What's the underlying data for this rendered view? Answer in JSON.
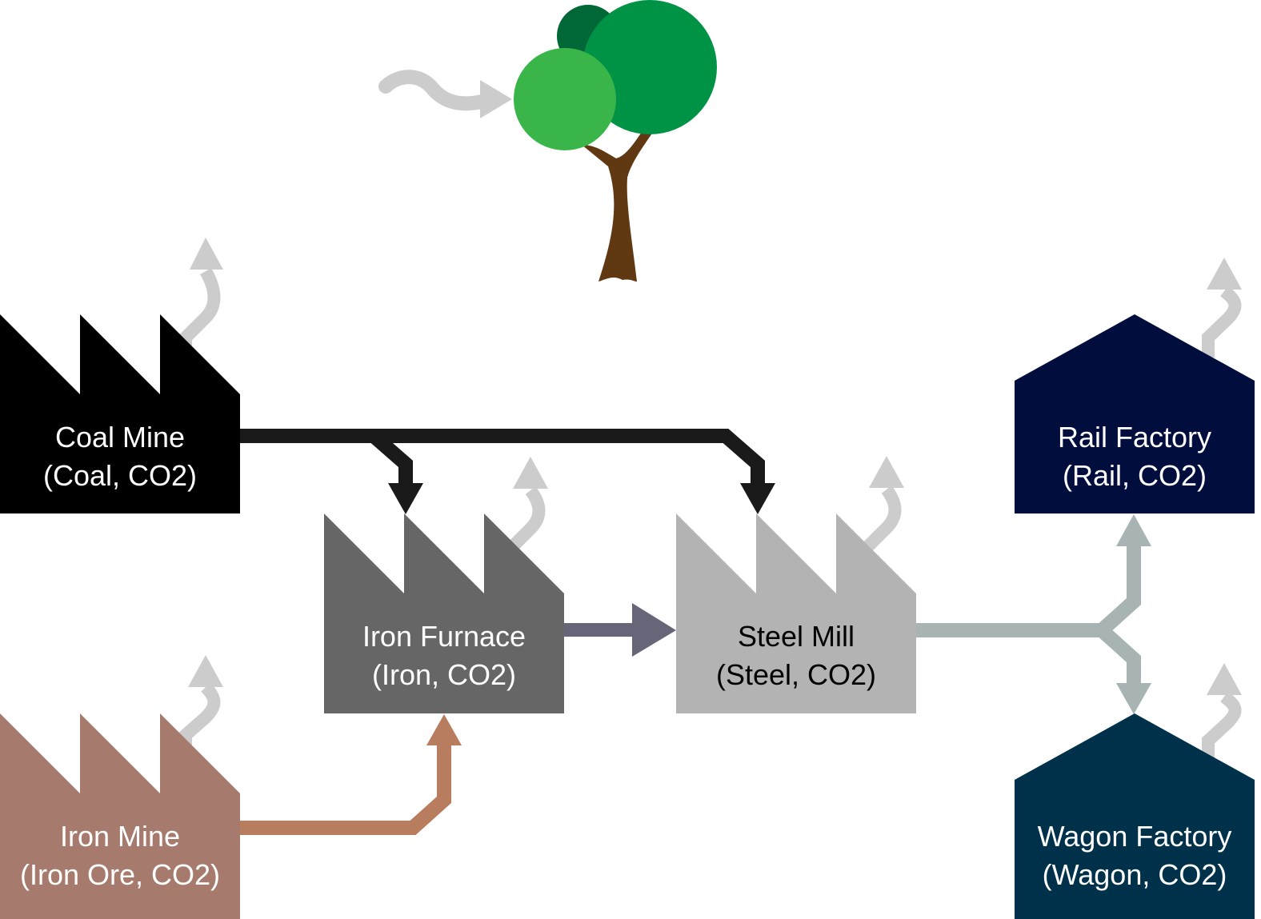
{
  "nodes": {
    "coal_mine": {
      "name": "Coal Mine",
      "outputs": "(Coal, CO2)",
      "color": "#000000",
      "text_color": "#ffffff"
    },
    "iron_mine": {
      "name": "Iron Mine",
      "outputs": "(Iron Ore, CO2)",
      "color": "#a67b6e",
      "text_color": "#ffffff"
    },
    "iron_furnace": {
      "name": "Iron Furnace",
      "outputs": "(Iron, CO2)",
      "color": "#666666",
      "text_color": "#ffffff"
    },
    "steel_mill": {
      "name": "Steel Mill",
      "outputs": "(Steel, CO2)",
      "color": "#b3b3b3",
      "text_color": "#000000"
    },
    "rail_factory": {
      "name": "Rail Factory",
      "outputs": "(Rail, CO2)",
      "color": "#000d3d",
      "text_color": "#ffffff"
    },
    "wagon_factory": {
      "name": "Wagon Factory",
      "outputs": "(Wagon, CO2)",
      "color": "#00314b",
      "text_color": "#ffffff"
    }
  },
  "flows": {
    "coal": {
      "from": "coal_mine",
      "to": [
        "iron_furnace",
        "steel_mill"
      ],
      "color": "#1a1a1a"
    },
    "ore": {
      "from": "iron_mine",
      "to": [
        "iron_furnace"
      ],
      "color": "#b87c5e"
    },
    "iron": {
      "from": "iron_furnace",
      "to": [
        "steel_mill"
      ],
      "color": "#676679"
    },
    "steel": {
      "from": "steel_mill",
      "to": [
        "rail_factory",
        "wagon_factory"
      ],
      "color": "#a8b3b3"
    }
  },
  "emission_color": "#cccccc",
  "tree": {
    "trunk_color": "#603913",
    "leaf_colors": [
      "#006837",
      "#009245",
      "#39b54a"
    ]
  }
}
